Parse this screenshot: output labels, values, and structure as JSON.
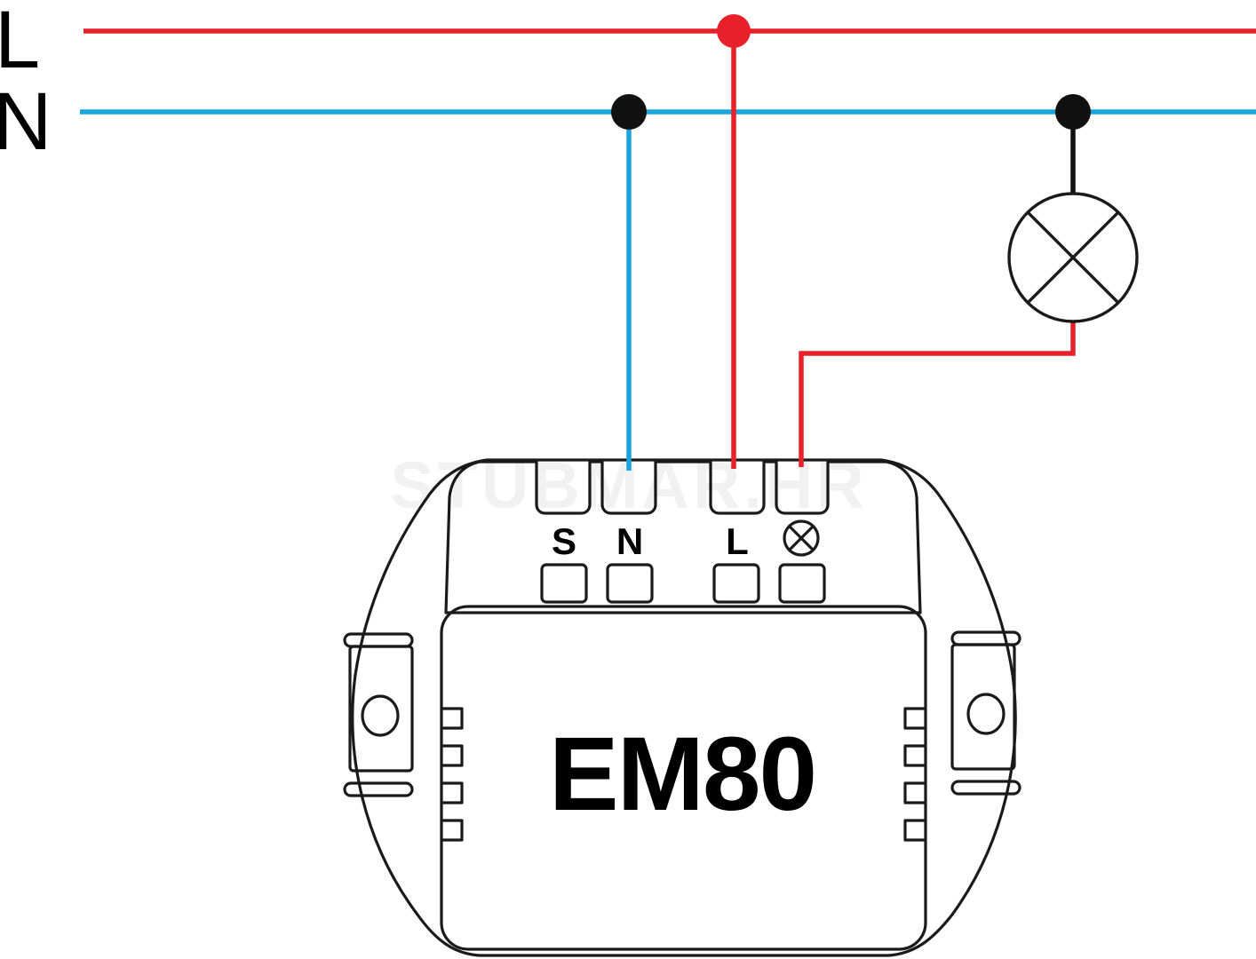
{
  "bus": {
    "live_label": "L",
    "neutral_label": "N",
    "live_color": "#e8202a",
    "neutral_color": "#1aa3dd",
    "junction_color": "#111111"
  },
  "device": {
    "model": "EM80",
    "terminals": [
      {
        "label": "S",
        "wired": false
      },
      {
        "label": "N",
        "wired": true,
        "wire": "neutral"
      },
      {
        "label": "L",
        "wired": true,
        "wire": "live"
      },
      {
        "label": "",
        "icon": "lamp-output-icon",
        "wired": true,
        "wire": "switched-live"
      }
    ]
  },
  "load": {
    "icon": "lamp-icon"
  },
  "watermark": "STUBMAR.HR"
}
